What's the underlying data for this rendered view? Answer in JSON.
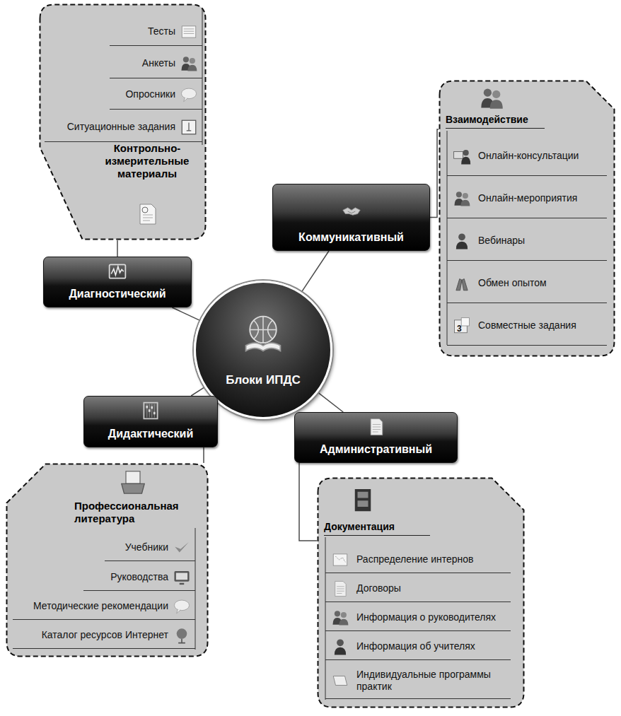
{
  "diagram": {
    "nodes": [
      {
        "text": [
          "Блоки ИПДС"
        ]
      },
      {
        "text": [
          "Диагностический"
        ]
      },
      {
        "text": [
          "Контрольно-измерительные материалы"
        ]
      },
      {
        "text": [
          "Тесты"
        ],
        "in": 2
      },
      {
        "text": [
          "Анкеты"
        ],
        "in": 2
      },
      {
        "text": [
          "Опросники"
        ],
        "in": 2
      },
      {
        "text": [
          "Ситуационные задания"
        ],
        "in": 2
      },
      {
        "text": [
          "Коммуникативный"
        ]
      },
      {
        "text": [
          "Взаимодействие"
        ]
      },
      {
        "text": [
          "Онлайн-консультации"
        ],
        "in": 8
      },
      {
        "text": [
          "Онлайн-мероприятия"
        ],
        "in": 8
      },
      {
        "text": [
          "Вебинары"
        ],
        "in": 8
      },
      {
        "text": [
          "Обмен опытом"
        ],
        "in": 8
      },
      {
        "text": [
          "Совместные задания"
        ],
        "in": 8
      },
      {
        "text": [
          "Дидактический"
        ]
      },
      {
        "text": [
          "Профессиональная литература"
        ]
      },
      {
        "text": [
          "Учебники"
        ],
        "in": 15
      },
      {
        "text": [
          "Руководства"
        ],
        "in": 15
      },
      {
        "text": [
          "Методические рекомендации"
        ],
        "in": 15
      },
      {
        "text": [
          "Каталог ресурсов Интернет"
        ],
        "in": 15
      },
      {
        "text": [
          "Административный"
        ]
      },
      {
        "text": [
          "Документация"
        ]
      },
      {
        "text": [
          "Распределение интернов"
        ],
        "in": 21
      },
      {
        "text": [
          "Договоры"
        ],
        "in": 21
      },
      {
        "text": [
          "Информация о руководителях"
        ],
        "in": 21
      },
      {
        "text": [
          "Информация об учителях"
        ],
        "in": 21
      },
      {
        "text": [
          "Индивидуальные программы практик"
        ],
        "in": 21
      }
    ],
    "edges": [
      {
        "from": 0,
        "to": 1,
        "arrow": "none"
      },
      {
        "from": 1,
        "to": 2,
        "arrow": "none"
      },
      {
        "from": 0,
        "to": 7,
        "arrow": "none"
      },
      {
        "from": 7,
        "to": 8,
        "arrow": "none"
      },
      {
        "from": 0,
        "to": 14,
        "arrow": "none"
      },
      {
        "from": 14,
        "to": 15,
        "arrow": "none"
      },
      {
        "from": 0,
        "to": 20,
        "arrow": "none"
      },
      {
        "from": 20,
        "to": 21,
        "arrow": "none"
      }
    ],
    "labels": [
      "3"
    ]
  }
}
